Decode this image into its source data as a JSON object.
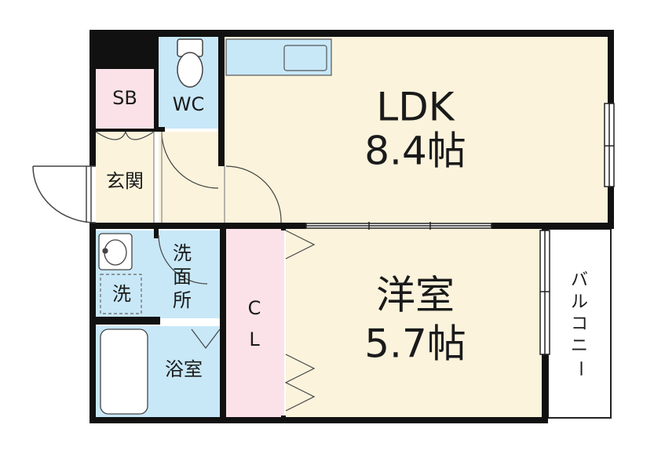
{
  "rooms": {
    "ldk": {
      "name": "LDK",
      "size": "8.4帖"
    },
    "western": {
      "name": "洋室",
      "size": "5.7帖"
    },
    "sb": {
      "name": "SB"
    },
    "wc": {
      "name": "WC"
    },
    "entrance": {
      "name": "玄関"
    },
    "washroom": {
      "chars": [
        "洗",
        "面",
        "所"
      ]
    },
    "washer": {
      "name": "洗"
    },
    "bath": {
      "name": "浴室"
    },
    "closet": {
      "chars": [
        "C",
        "L"
      ]
    },
    "balcony": {
      "chars": [
        "バ",
        "ル",
        "コ",
        "ニ",
        "ー"
      ]
    }
  },
  "colors": {
    "wall": "#111111",
    "living_floor": "#fbf3dc",
    "wet_area": "#c8e8f8",
    "storage": "#fbe2e8",
    "balcony_floor": "#ffffff"
  }
}
